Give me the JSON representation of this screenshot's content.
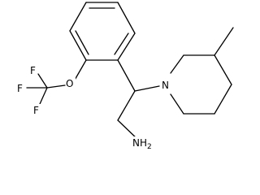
{
  "molecule": {
    "atoms": {
      "F1": "F",
      "F2": "F",
      "F3": "F",
      "O": "O",
      "N": "N",
      "NH2": "NH",
      "NH2_subscript": "2"
    }
  },
  "colors": {
    "bond": "#000000",
    "label": "#000000",
    "background": "#ffffff"
  }
}
